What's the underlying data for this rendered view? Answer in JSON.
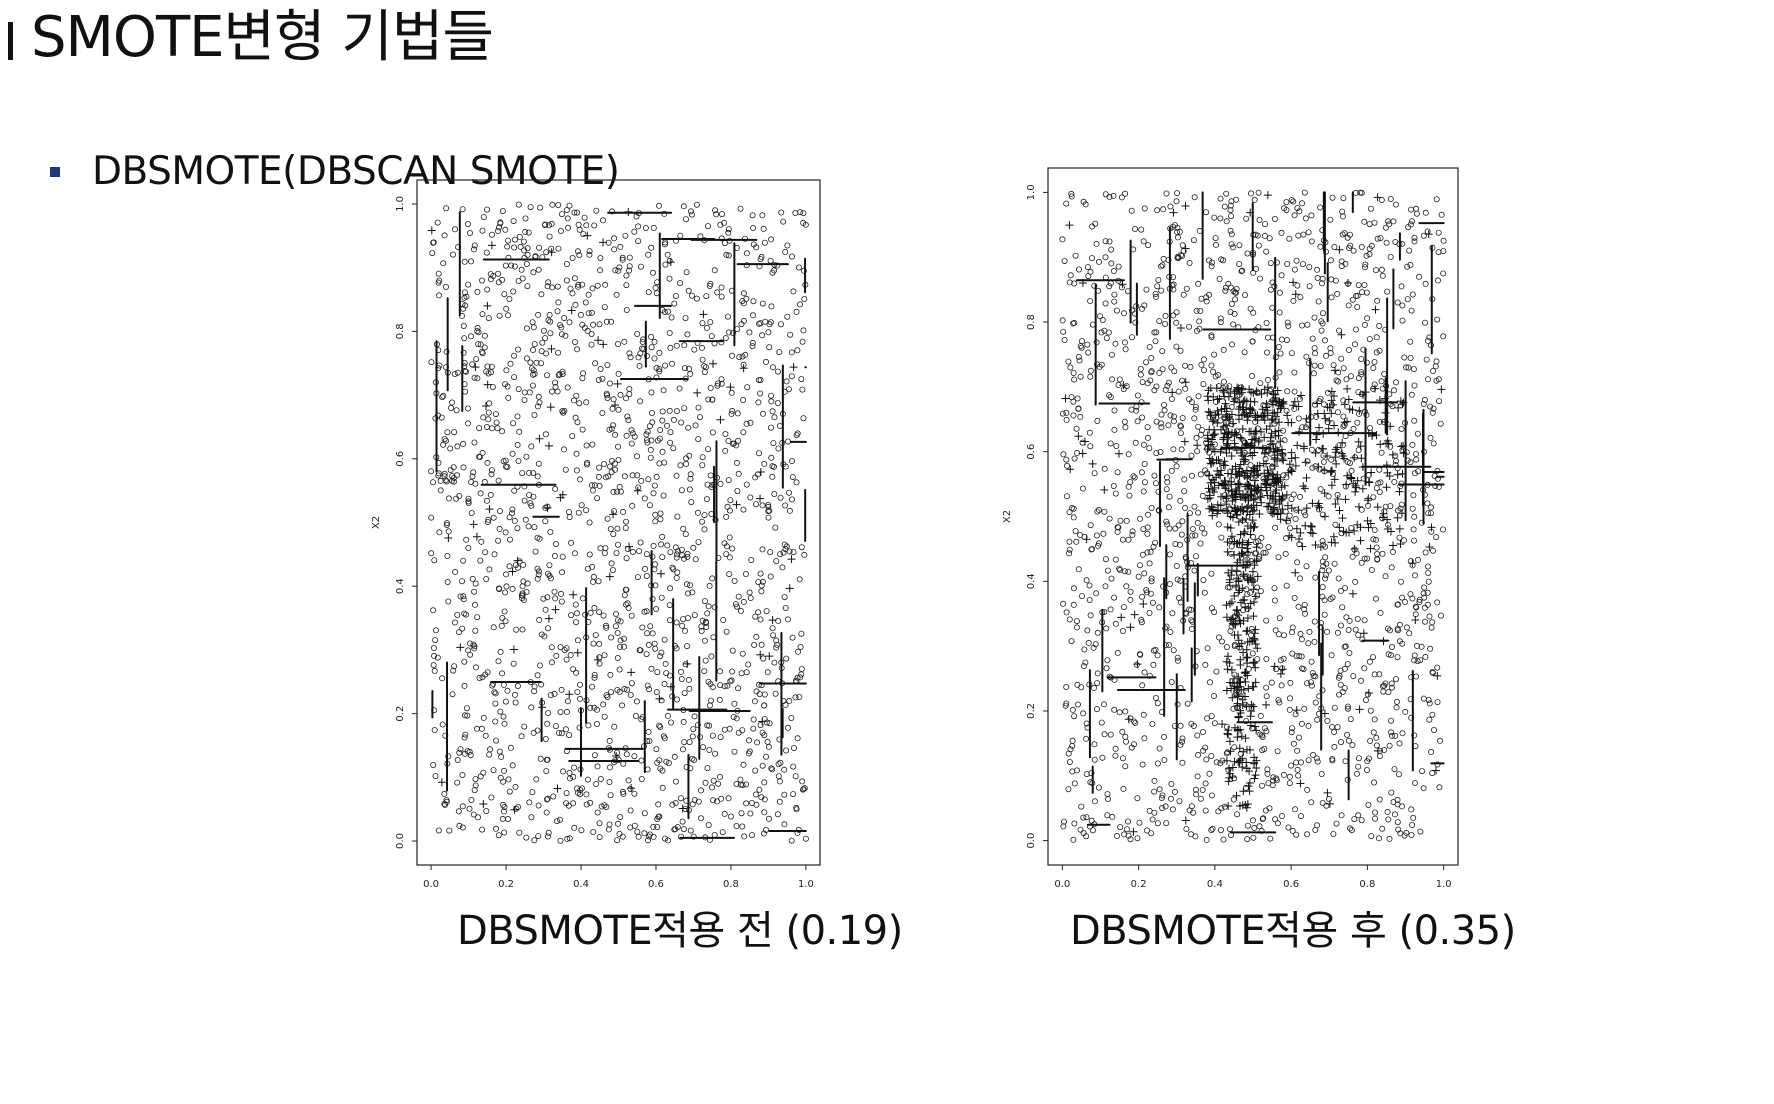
{
  "slide": {
    "title": "SMOTE변형 기법들",
    "bullet": "DBSMOTE(DBSCAN SMOTE)"
  },
  "plots": [
    {
      "caption": "DBSMOTE적용 전 (0.19)",
      "ylabel": "X2",
      "x_ticks": [
        "0.0",
        "0.2",
        "0.4",
        "0.6",
        "0.8",
        "1.0"
      ],
      "y_ticks": [
        "0.0",
        "0.2",
        "0.4",
        "0.6",
        "0.8",
        "1.0"
      ]
    },
    {
      "caption": "DBSMOTE적용 후 (0.35)",
      "ylabel": "X2",
      "x_ticks": [
        "0.0",
        "0.2",
        "0.4",
        "0.6",
        "0.8",
        "1.0"
      ],
      "y_ticks": [
        "0.0",
        "0.2",
        "0.4",
        "0.6",
        "0.8",
        "1.0"
      ]
    }
  ],
  "chart_data": [
    {
      "type": "scatter",
      "title": "DBSMOTE적용 전 (0.19)",
      "ylabel": "X2",
      "xlim": [
        0,
        1
      ],
      "ylim": [
        0,
        1
      ],
      "series": [
        {
          "marker": "circle",
          "description_count": "approx 1700 uniformly distributed points"
        },
        {
          "marker": "plus",
          "description_count": "sparse synthetic points"
        }
      ]
    },
    {
      "type": "scatter",
      "title": "DBSMOTE적용 후 (0.35)",
      "ylabel": "X2",
      "xlim": [
        0,
        1
      ],
      "ylim": [
        0,
        1
      ],
      "series": [
        {
          "marker": "circle",
          "description_count": "approx 1700 uniformly distributed points"
        },
        {
          "marker": "plus",
          "description_count": "dense synthetic cluster around x 0.4-0.6"
        }
      ]
    }
  ]
}
